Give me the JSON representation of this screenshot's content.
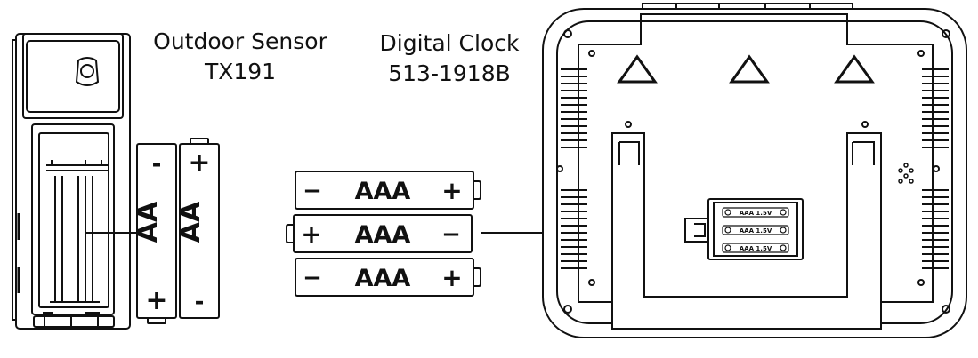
{
  "sensor": {
    "title": "Outdoor Sensor",
    "model": "TX191"
  },
  "clock": {
    "title": "Digital Clock",
    "model": "513-1918B"
  },
  "sensor_batteries": [
    {
      "type": "AA",
      "top_sign": "-",
      "bottom_sign": "+"
    },
    {
      "type": "AA",
      "top_sign": "+",
      "bottom_sign": "-"
    }
  ],
  "clock_batteries": [
    {
      "type": "AAA",
      "left_sign": "−",
      "right_sign": "+"
    },
    {
      "type": "AAA",
      "left_sign": "+",
      "right_sign": "−"
    },
    {
      "type": "AAA",
      "left_sign": "−",
      "right_sign": "+"
    }
  ],
  "compartment_labels": [
    "AAA 1.5V",
    "AAA 1.5V",
    "AAA 1.5V"
  ],
  "colors": {
    "line": "#111111",
    "background": "#ffffff"
  }
}
